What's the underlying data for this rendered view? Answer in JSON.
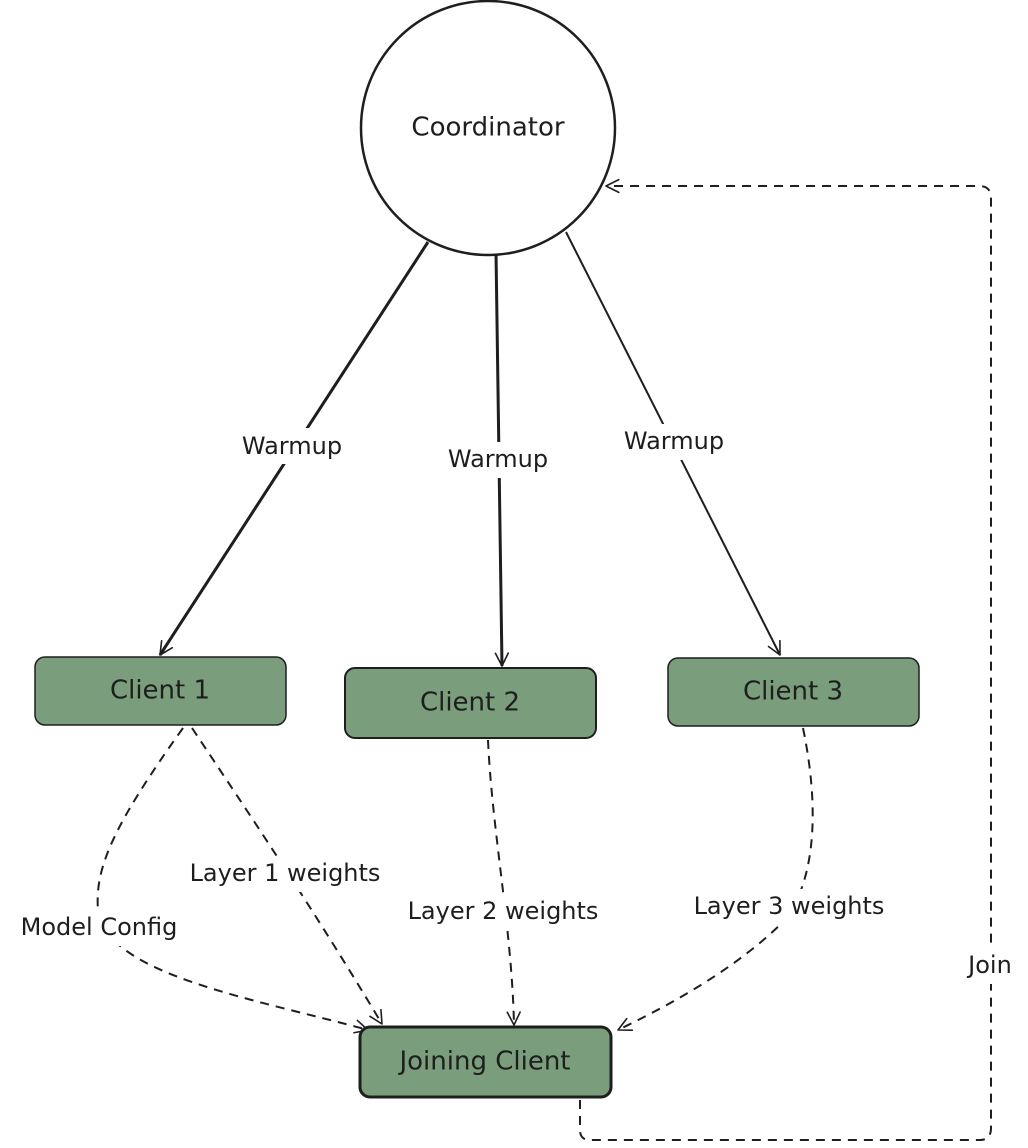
{
  "nodes": {
    "coordinator": "Coordinator",
    "client1": "Client 1",
    "client2": "Client 2",
    "client3": "Client 3",
    "joining": "Joining Client"
  },
  "edges": {
    "warmup1": "Warmup",
    "warmup2": "Warmup",
    "warmup3": "Warmup",
    "model_config": "Model Config",
    "layer1": "Layer 1 weights",
    "layer2": "Layer 2 weights",
    "layer3": "Layer 3 weights",
    "join": "Join"
  },
  "colors": {
    "node_fill": "#7a9d7c",
    "stroke": "#1e1e1e",
    "background": "#ffffff"
  }
}
